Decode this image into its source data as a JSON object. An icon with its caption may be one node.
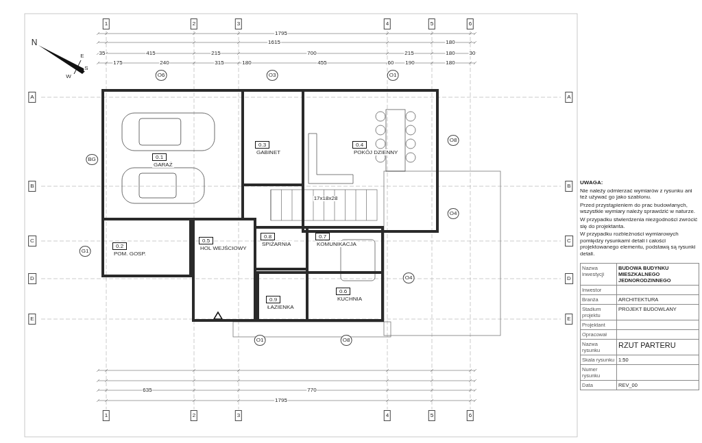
{
  "diagram": {
    "title": "RZUT PARTERU",
    "nodes": [
      {
        "text": [
          "0.1",
          "GARAŻ"
        ]
      },
      {
        "text": [
          "0.3",
          "GABINET"
        ]
      },
      {
        "text": [
          "0.4",
          "POKÓJ DZIENNY"
        ]
      },
      {
        "text": [
          "0.2",
          "POM. GOSP."
        ]
      },
      {
        "text": [
          "0.5",
          "HOL WEJŚCIOWY"
        ]
      },
      {
        "text": [
          "0.8",
          "SPIŻARNIA"
        ]
      },
      {
        "text": [
          "0.7",
          "KOMUNIKACJA"
        ]
      },
      {
        "text": [
          "0.9",
          "ŁAZIENKA"
        ]
      },
      {
        "text": [
          "0.6",
          "KUCHNIA"
        ]
      }
    ],
    "edges": [],
    "labels": [
      "1",
      "2",
      "3",
      "4",
      "5",
      "6",
      "1795",
      "1615",
      "180",
      "35",
      "415",
      "215",
      "700",
      "215",
      "180",
      "30",
      "175",
      "240",
      "315",
      "180",
      "455",
      "60",
      "190",
      "180",
      "N",
      "E",
      "W",
      "S",
      "O6",
      "O3",
      "O1",
      "A",
      "A",
      "O8",
      "BG",
      "B",
      "B",
      "17x18x28",
      "O4",
      "C",
      "C",
      "G1",
      "D",
      "O4",
      "D",
      "E",
      "E",
      "O1",
      "O8",
      "635",
      "770",
      "1795",
      "1",
      "2",
      "3",
      "4",
      "5",
      "6",
      "UWAGA:",
      "Nie należy odmierzać wymiarów z rysunku ani też używać go jako szablonu.",
      "Przed przystąpieniem do prac budowlanych, wszystkie wymiary należy sprawdzić w naturze.",
      "W przypadku stwierdzenia niezgodności zwrócić się do projektanta.",
      "W przypadku rozbieżności wymiarowych pomiędzy rysunkami detali i całości projektowanego elementu, podstawą są rysunki detali.",
      "Nazwa inwestycji",
      "BUDOWA BUDYNKU MIESZKALNEGO JEDNORODZINNEGO",
      "Inwestor",
      "Branża",
      "ARCHITEKTURA",
      "Stadium projektu",
      "PROJEKT BUDOWLANY",
      "Projektant",
      "Opracował",
      "Nazwa rysunku",
      "Skala rysunku",
      "1:50",
      "Numer rysunku",
      "Data",
      "REV_00"
    ]
  }
}
